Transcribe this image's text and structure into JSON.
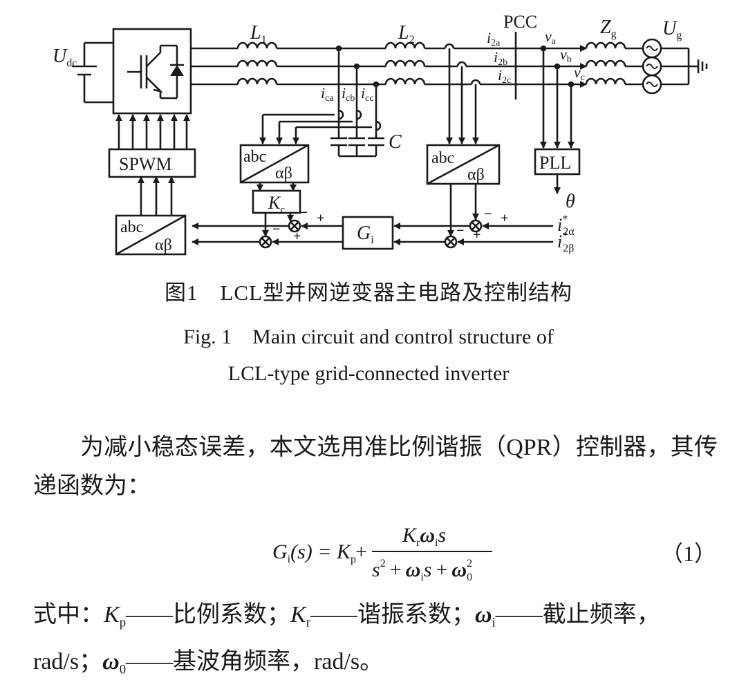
{
  "diagram": {
    "labels": {
      "udc_main": "U",
      "udc_sub": "dc",
      "l1_main": "L",
      "l1_sub": "1",
      "l2_main": "L",
      "l2_sub": "2",
      "pcc": "PCC",
      "zg_main": "Z",
      "zg_sub": "g",
      "ug_main": "U",
      "ug_sub": "g",
      "i2a": "i",
      "i2a_sub": "2a",
      "i2b": "i",
      "i2b_sub": "2b",
      "i2c": "i",
      "i2c_sub": "2c",
      "va": "v",
      "va_sub": "a",
      "vb": "v",
      "vb_sub": "b",
      "vc": "v",
      "vc_sub": "c",
      "ica": "i",
      "ica_sub": "ca",
      "icb": "i",
      "icb_sub": "cb",
      "icc": "i",
      "icc_sub": "cc",
      "cap_c": "C",
      "spwm": "SPWM",
      "abc": "abc",
      "alphabeta": "αβ",
      "kc_main": "K",
      "kc_sub": "c",
      "gi_main": "G",
      "gi_sub": "i",
      "pll": "PLL",
      "theta": "θ",
      "ref_alpha": "i",
      "ref_alpha_sup": "*",
      "ref_alpha_sub": "2α",
      "ref_beta": "i",
      "ref_beta_sup": "*",
      "ref_beta_sub": "2β",
      "plus": "+",
      "minus": "−"
    }
  },
  "caption": {
    "cn": "图1　LCL型并网逆变器主电路及控制结构",
    "en_line1": "Fig. 1　Main circuit and control structure of",
    "en_line2": "LCL-type grid-connected inverter"
  },
  "paragraph1": "为减小稳态误差，本文选用准比例谐振（QPR）控制器，其传递函数为：",
  "equation": {
    "lhs": "G",
    "lhs_sub": "i",
    "lhs_arg": "(s) = K",
    "kp_sub": "p",
    "plus": "+",
    "num_k": "K",
    "num_k_sub": "r",
    "num_omega": "ω",
    "num_omega_sub": "i",
    "num_s": "s",
    "den_s": "s",
    "den_sq": "2",
    "den_plus1": "+",
    "den_omega": "ω",
    "den_omega_sub": "i",
    "den_s2": "s",
    "den_plus2": "+",
    "den_omega0": "ω",
    "den_omega0_sub": "0",
    "den_omega0_sq": "2",
    "number": "（1）"
  },
  "paragraph2": {
    "prefix": "式中：",
    "kp": "K",
    "kp_sub": "p",
    "kp_desc": "——比例系数；",
    "kr": "K",
    "kr_sub": "r",
    "kr_desc": "——谐振系数；",
    "wi": "ω",
    "wi_sub": "i",
    "wi_desc": "——截止频率，rad/s；",
    "w0": "ω",
    "w0_sub": "0",
    "w0_desc": "——基波角频率，rad/s。"
  }
}
